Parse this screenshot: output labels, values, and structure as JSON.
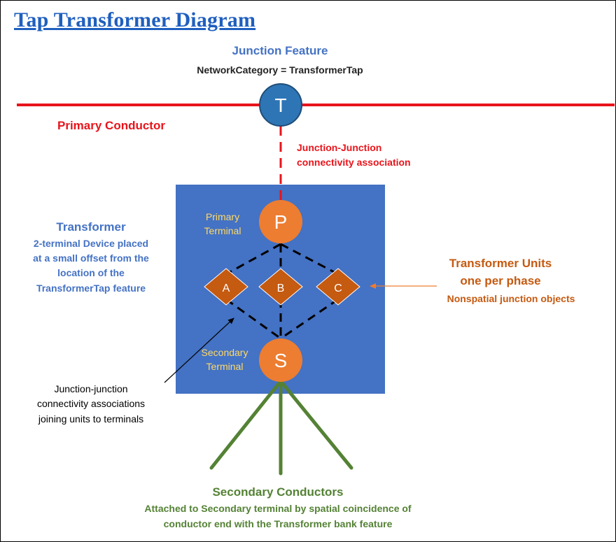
{
  "title": "Tap Transformer Diagram",
  "junction": {
    "heading": "Junction Feature",
    "subheading": "NetworkCategory = TransformerTap",
    "symbol": "T"
  },
  "primary_conductor": "Primary Conductor",
  "jj_association": [
    "Junction-Junction",
    "connectivity association"
  ],
  "terminals": {
    "primary_label": [
      "Primary",
      "Terminal"
    ],
    "primary_symbol": "P",
    "secondary_label": [
      "Secondary",
      "Terminal"
    ],
    "secondary_symbol": "S"
  },
  "units": [
    "A",
    "B",
    "C"
  ],
  "transformer": {
    "heading": "Transformer",
    "lines": [
      "2-terminal Device placed",
      "at a small offset from the",
      "location of the",
      "TransformerTap feature"
    ]
  },
  "transformer_units": {
    "heading": [
      "Transformer Units",
      "one per phase"
    ],
    "sub": "Nonspatial junction objects"
  },
  "jj_units_note": [
    "Junction-junction",
    "connectivity associations",
    "joining units to terminals"
  ],
  "secondary_conductors": {
    "heading": "Secondary Conductors",
    "lines": [
      "Attached to Secondary terminal by spatial coincidence of",
      "conductor end with the Transformer bank feature"
    ]
  },
  "colors": {
    "title": "#1f5fbf",
    "red": "#e8141b",
    "blue_box": "#4472c4",
    "orange": "#ed7d31",
    "diamond": "#c55a11",
    "green": "#548235",
    "junction_circle": "#2e75b6",
    "text_blue": "#4472c4",
    "text_orange": "#c55a11"
  }
}
